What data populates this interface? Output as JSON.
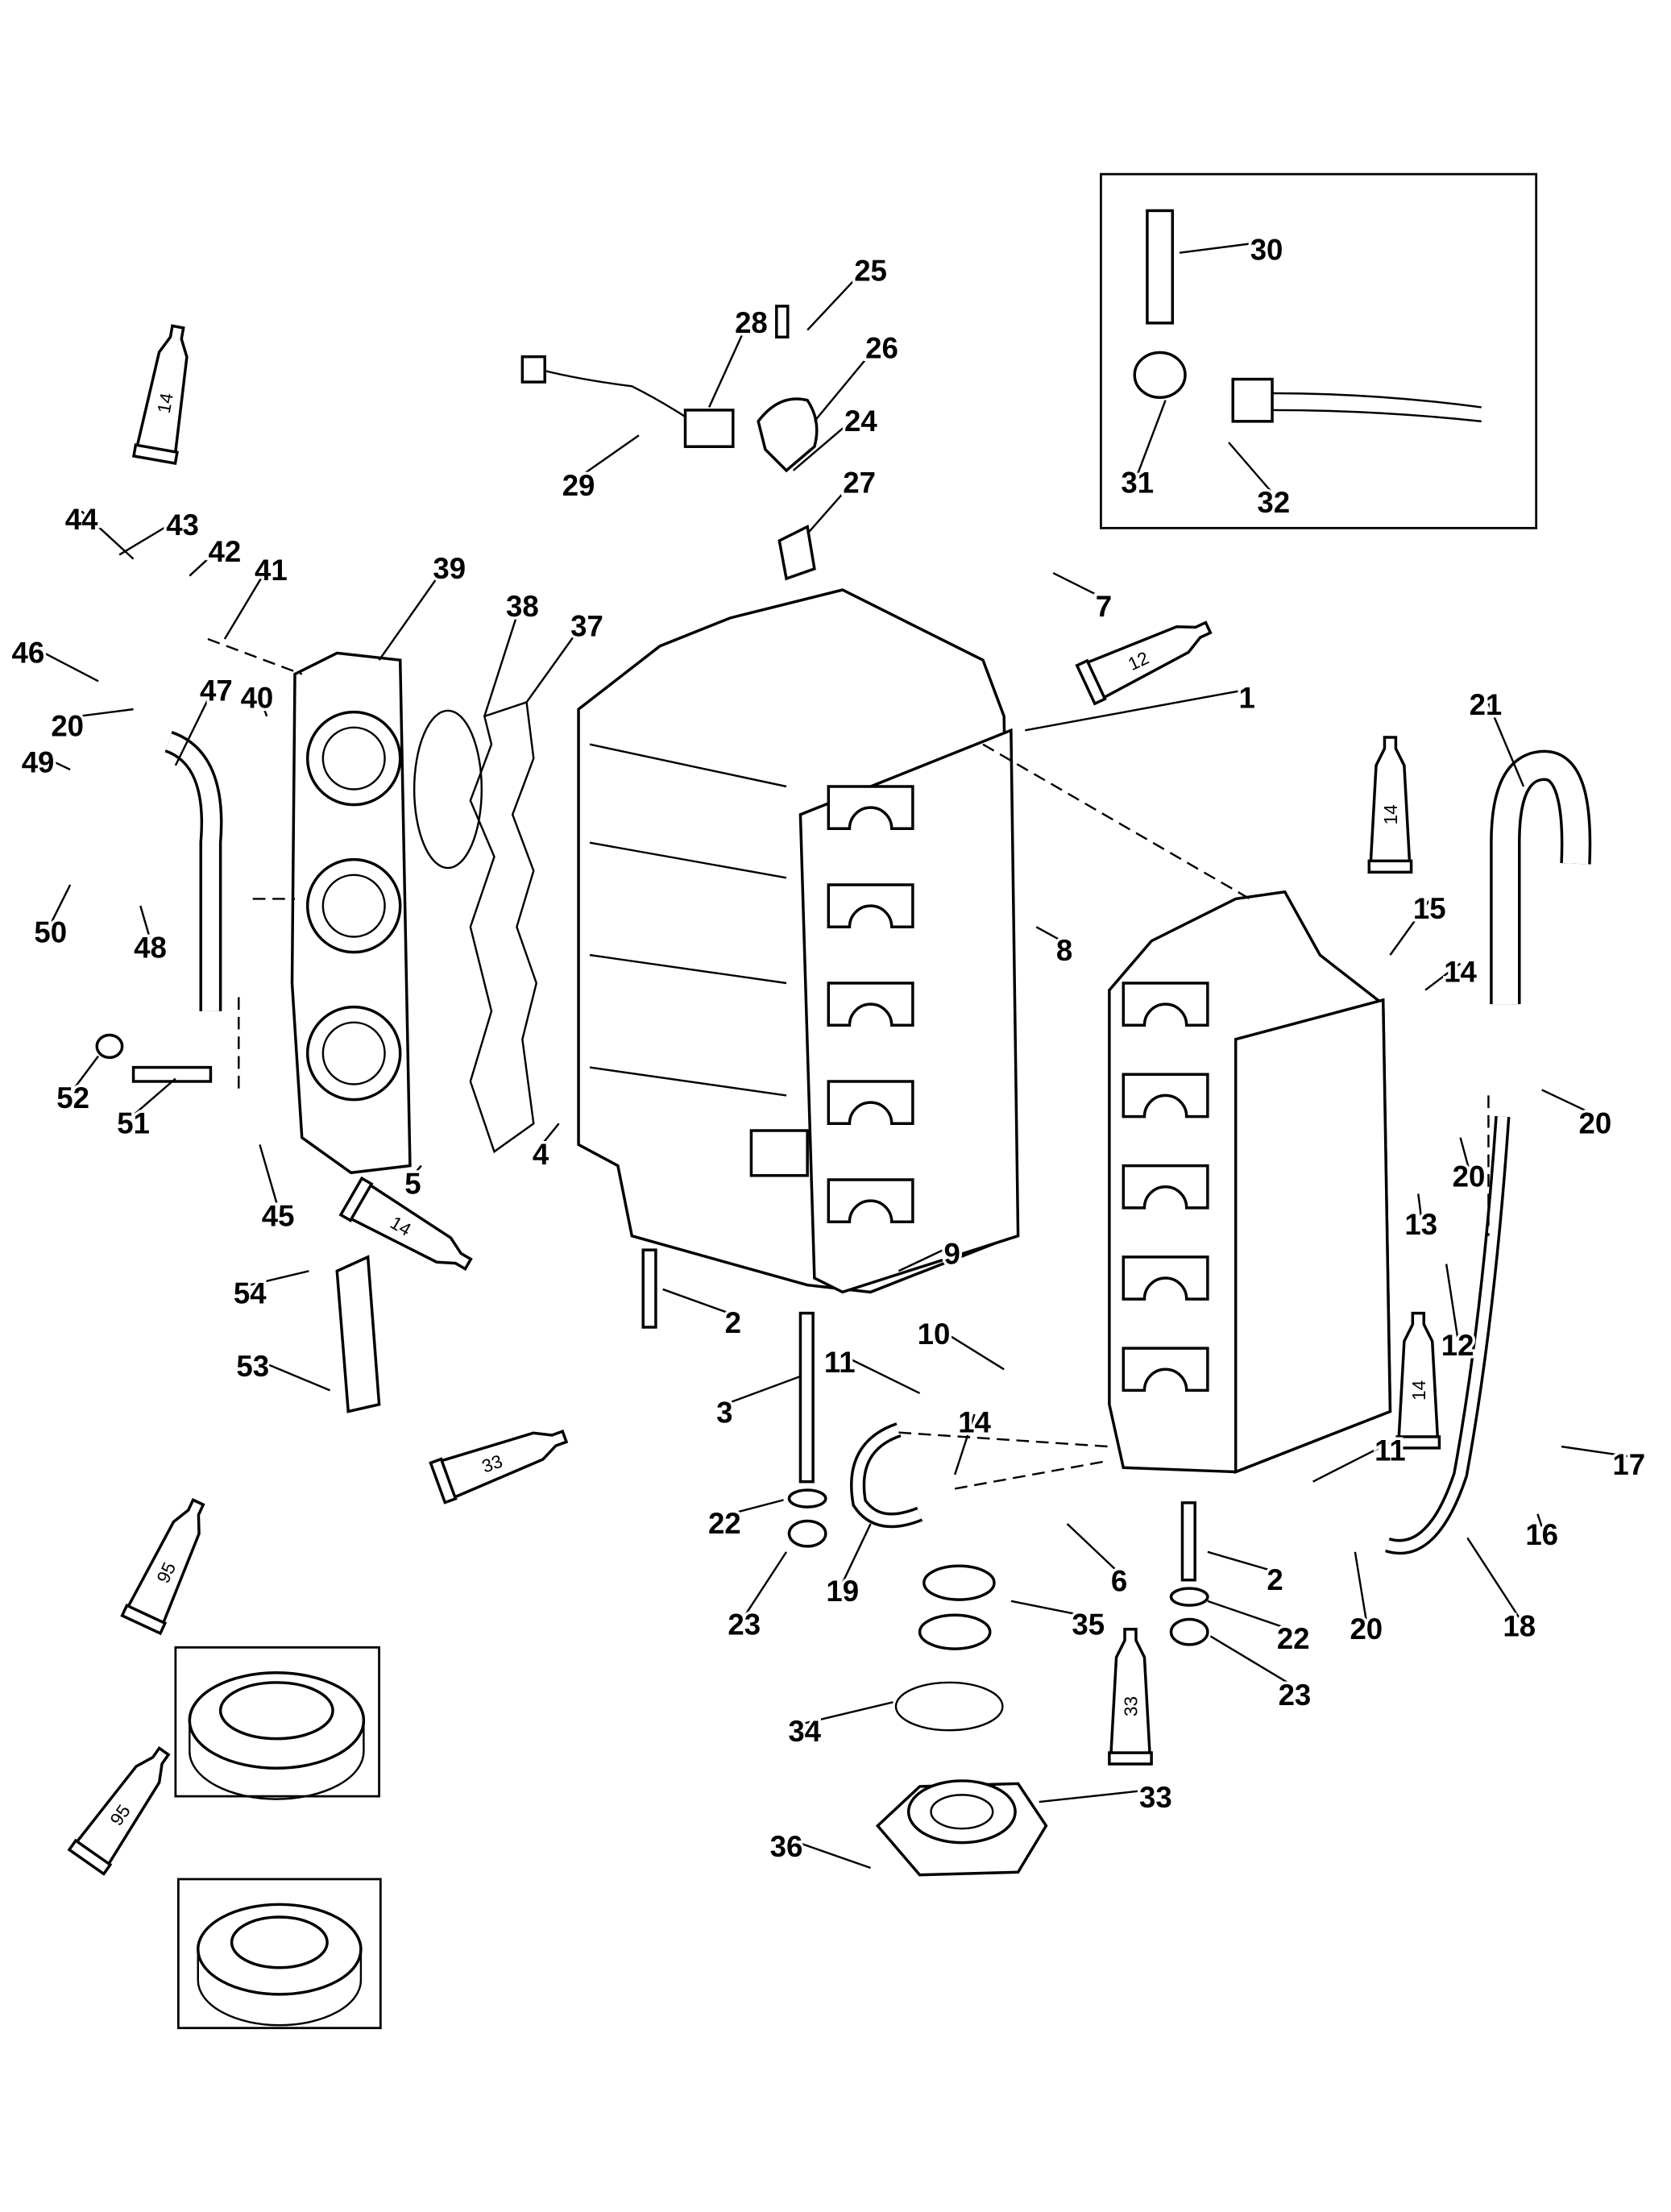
{
  "diagram": {
    "type": "exploded parts diagram",
    "callouts": [
      "25",
      "28",
      "26",
      "24",
      "29",
      "27",
      "30",
      "31",
      "32",
      "44",
      "43",
      "42",
      "41",
      "39",
      "38",
      "37",
      "7",
      "1",
      "21",
      "46",
      "47",
      "40",
      "20",
      "49",
      "8",
      "15",
      "14",
      "50",
      "48",
      "52",
      "51",
      "20",
      "4",
      "5",
      "20",
      "13",
      "45",
      "9",
      "2",
      "10",
      "12",
      "54",
      "11",
      "53",
      "3",
      "14",
      "11",
      "17",
      "22",
      "16",
      "6",
      "2",
      "19",
      "23",
      "20",
      "18",
      "35",
      "22",
      "23",
      "34",
      "33",
      "36"
    ],
    "tube_labels": [
      "14",
      "12",
      "14",
      "14",
      "14",
      "33",
      "33",
      "95",
      "95"
    ]
  }
}
